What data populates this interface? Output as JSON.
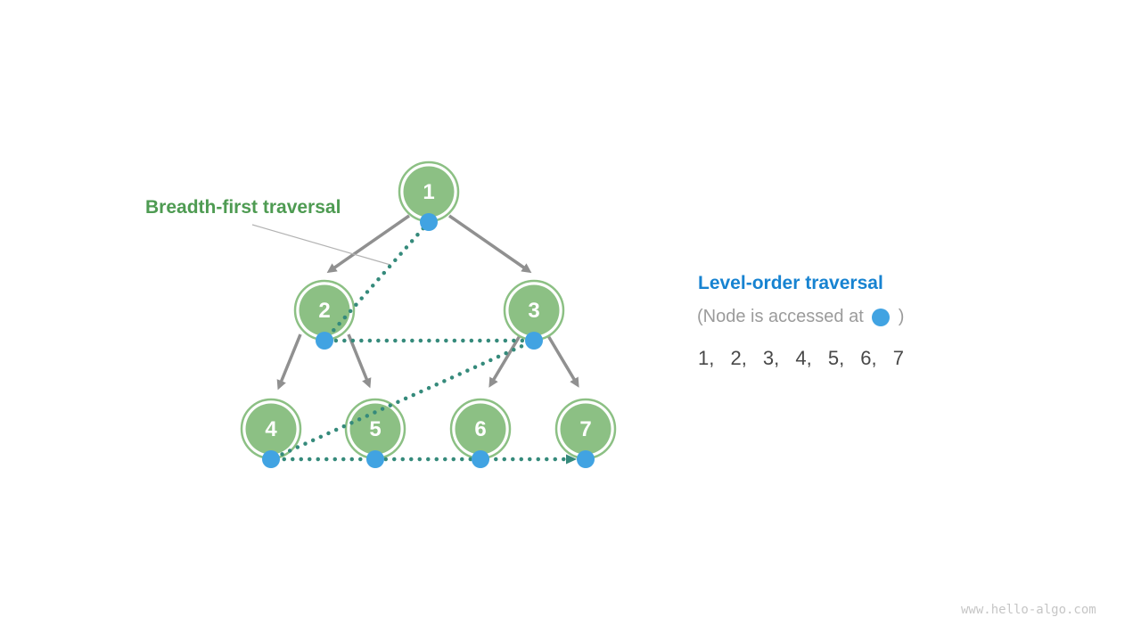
{
  "annotation": {
    "label": "Breadth-first traversal"
  },
  "tree": {
    "nodes": [
      {
        "label": "1"
      },
      {
        "label": "2"
      },
      {
        "label": "3"
      },
      {
        "label": "4"
      },
      {
        "label": "5"
      },
      {
        "label": "6"
      },
      {
        "label": "7"
      }
    ],
    "edges": [
      "1-2",
      "1-3",
      "2-4",
      "2-5",
      "3-6",
      "3-7"
    ],
    "traversal_order": [
      "1",
      "2",
      "3",
      "4",
      "5",
      "6",
      "7"
    ]
  },
  "legend": {
    "title": "Level-order traversal",
    "note_prefix": "(Node is accessed at",
    "note_suffix": ")",
    "sequence": "1, 2, 3, 4, 5, 6, 7"
  },
  "watermark": "www.hello-algo.com",
  "colors": {
    "node_green": "#8CC084",
    "edge_gray": "#909090",
    "annotation_line_gray": "#B3B3B3",
    "traversal_teal": "#358A7B",
    "access_dot_blue": "#41A3E2",
    "label_green": "#4E9B52",
    "title_blue": "#1783D1",
    "note_gray": "#9B9B9B",
    "sequence_dark": "#484848",
    "watermark_gray": "#C6C6C6"
  }
}
